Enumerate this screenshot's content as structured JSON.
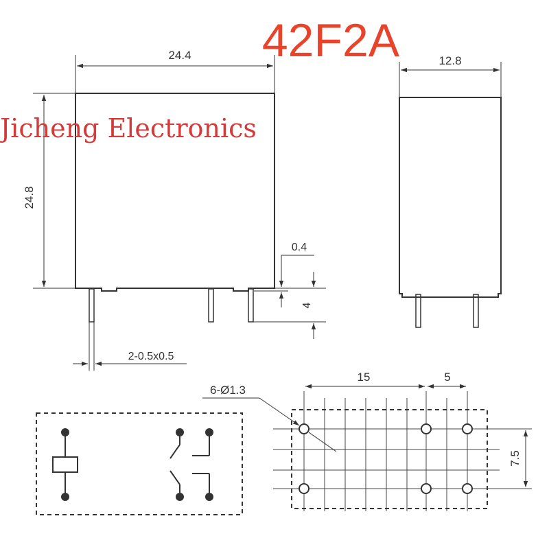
{
  "title": "42F2A",
  "watermark": "Jicheng Electronics",
  "colors": {
    "title": "#e8432b",
    "watermark": "#d43a3a",
    "line": "#333333"
  },
  "dimensions": {
    "front_width": "24.4",
    "front_height": "24.8",
    "side_width": "12.8",
    "pin_offset": "0.4",
    "pin_length": "4",
    "pin_size": "2-0.5x0.5",
    "hole_diameter": "6-Ø1.3",
    "pitch_long": "15",
    "pitch_short": "5",
    "row_spacing": "7.5"
  }
}
